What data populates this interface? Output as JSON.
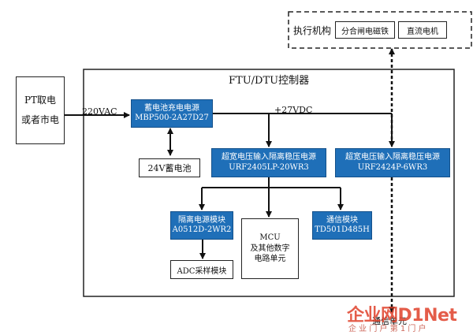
{
  "actuator": {
    "title": "执行机构",
    "item1": "分合闸电磁铁",
    "item2": "直流电机"
  },
  "pt_source": {
    "line1": "PT取电",
    "line2": "或者市电"
  },
  "controller": {
    "title": "FTU/DTU控制器"
  },
  "labels": {
    "ac_in": "220VAC",
    "dc_bus": "+27VDC"
  },
  "charger": {
    "line1": "蓄电池充电电源",
    "line2": "MBP500-2A27D27"
  },
  "battery": {
    "label": "24V蓄电池"
  },
  "reg_left": {
    "line1": "超宽电压输入隔离稳压电源",
    "line2": "URF2405LP-20WR3"
  },
  "reg_right": {
    "line1": "超宽电压输入隔离稳压电源",
    "line2": "URF2424P-6WR3"
  },
  "iso_module": {
    "line1": "隔离电源模块",
    "line2": "A0512D-2WR2"
  },
  "mcu": {
    "line1": "MCU",
    "line2": "及其他数字",
    "line3": "电路单元"
  },
  "comm_module": {
    "line1": "通信模块",
    "line2": "TD501D485H"
  },
  "adc": {
    "label": "ADC采样模块"
  },
  "bottom_text": {
    "label": "通信单元"
  },
  "watermark": {
    "text": "企业网D1Net",
    "sub": "企 业 门 户 第 1 门 户"
  },
  "colors": {
    "module_blue": "#1f6fb8",
    "watermark_red": "#e0402a"
  }
}
